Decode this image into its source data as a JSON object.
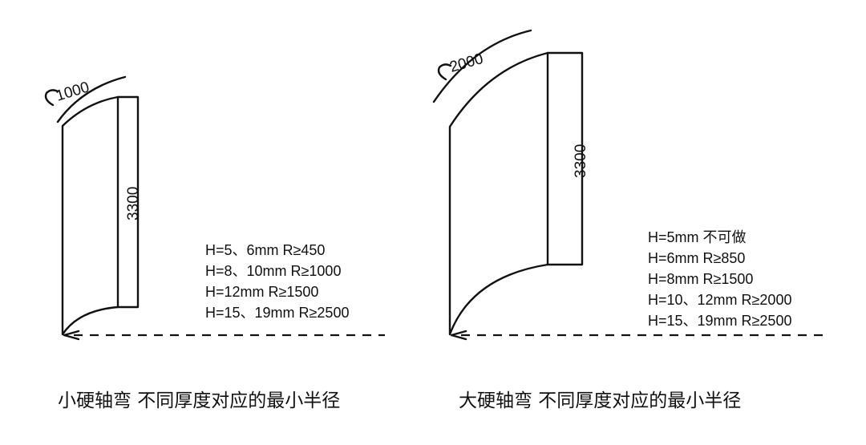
{
  "left_panel": {
    "arc_label": "1000",
    "height_label": "3300",
    "specs": [
      "H=5、6mm R≥450",
      "H=8、10mm R≥1000",
      "H=12mm R≥1500",
      "H=15、19mm R≥2500"
    ],
    "caption": "小硬轴弯  不同厚度对应的最小半径"
  },
  "right_panel": {
    "arc_label": "2000",
    "height_label": "3300",
    "specs": [
      "H=5mm 不可做",
      "H=6mm R≥850",
      "H=8mm R≥1500",
      "H=10、12mm R≥2000",
      "H=15、19mm R≥2500"
    ],
    "caption": "大硬轴弯  不同厚度对应的最小半径"
  }
}
